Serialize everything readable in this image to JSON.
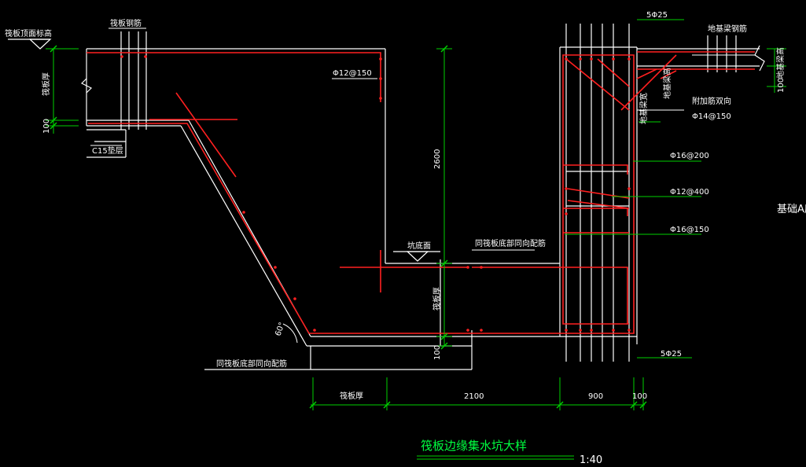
{
  "colors": {
    "background": "#000000",
    "outline": "#ffffff",
    "rebar": "#ff2020",
    "dimension": "#00d000",
    "label": "#ffffff",
    "title": "#00ff40",
    "scale": "#ffffff"
  },
  "labels": {
    "raft_top_elev": "筏板顶面标高",
    "raft_rebar": "筏板钢筋",
    "raft_thickness": "筏板厚",
    "dim_100_left": "100",
    "cushion": "C15垫层",
    "rebar_phi12_150": "Φ12@150",
    "dim_2600": "2600",
    "pit_bottom": "坑底面",
    "same_raft_bottom": "同筏板底部同向配筋",
    "same_raft_bottom_2": "同筏板底部同向配筋",
    "raft_thickness_2": "筏板厚",
    "angle_60": "60°",
    "dim_100_bottom": "100",
    "top_5phi25": "5Φ25",
    "bottom_5phi25": "5Φ25",
    "foundation_beam_rebar": "地基梁钢筋",
    "foundation_beam_height": "地基梁高",
    "foundation_beam_note": "地基梁高",
    "add_rebar": "附加筋双向",
    "add_rebar_spec": "Φ14@150",
    "foundation_beam_width": "地基梁宽",
    "rebar_phi16_200": "Φ16@200",
    "rebar_phi12_400": "Φ12@400",
    "rebar_phi16_150": "Φ16@150",
    "foundation_a": "基础A底",
    "dim_100_right": "100"
  },
  "dimensions": {
    "raft": "筏板厚",
    "pit": "2100",
    "wall": "900",
    "edge": "100"
  },
  "title": {
    "main": "筏板边缘集水坑大样",
    "scale": "1:40"
  }
}
